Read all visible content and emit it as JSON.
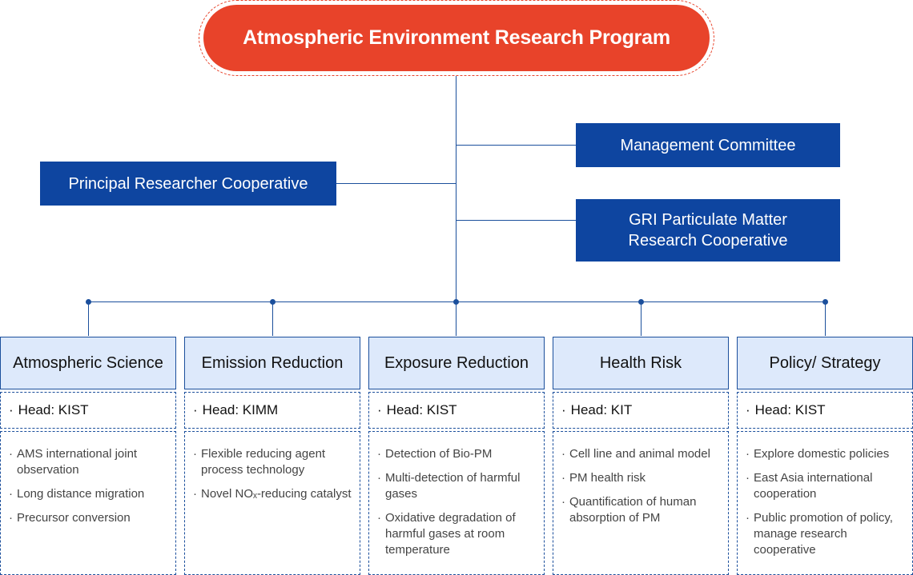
{
  "program_title": "Atmospheric Environment Research Program",
  "side_units": {
    "principal": "Principal Researcher Cooperative",
    "management": "Management Committee",
    "gri_line1": "GRI Particulate Matter",
    "gri_line2": "Research Cooperative"
  },
  "columns": [
    {
      "title": "Atmospheric Science",
      "head": "Head: KIST",
      "items": [
        "AMS international joint observation",
        "Long distance migration",
        "Precursor conversion"
      ]
    },
    {
      "title": "Emission Reduction",
      "head": "Head: KIMM",
      "items": [
        "Flexible reducing agent process technology",
        "Novel NOₓ-reducing catalyst"
      ]
    },
    {
      "title": "Exposure Reduction",
      "head": "Head: KIST",
      "items": [
        "Detection of Bio-PM",
        "Multi-detection of harmful gases",
        "Oxidative degradation of harmful gases at room temperature"
      ]
    },
    {
      "title": "Health Risk",
      "head": "Head: KIT",
      "items": [
        "Cell line and animal model",
        "PM health risk",
        "Quantification of human absorption of PM"
      ]
    },
    {
      "title": "Policy/ Strategy",
      "head": "Head: KIST",
      "items": [
        "Explore domestic policies",
        "East Asia international cooperation",
        "Public promotion of policy, manage research cooperative"
      ]
    }
  ],
  "colors": {
    "title_red": "#e8432a",
    "navy": "#0e45a0",
    "light_blue": "#dde9fb",
    "line": "#1b4f9c"
  }
}
